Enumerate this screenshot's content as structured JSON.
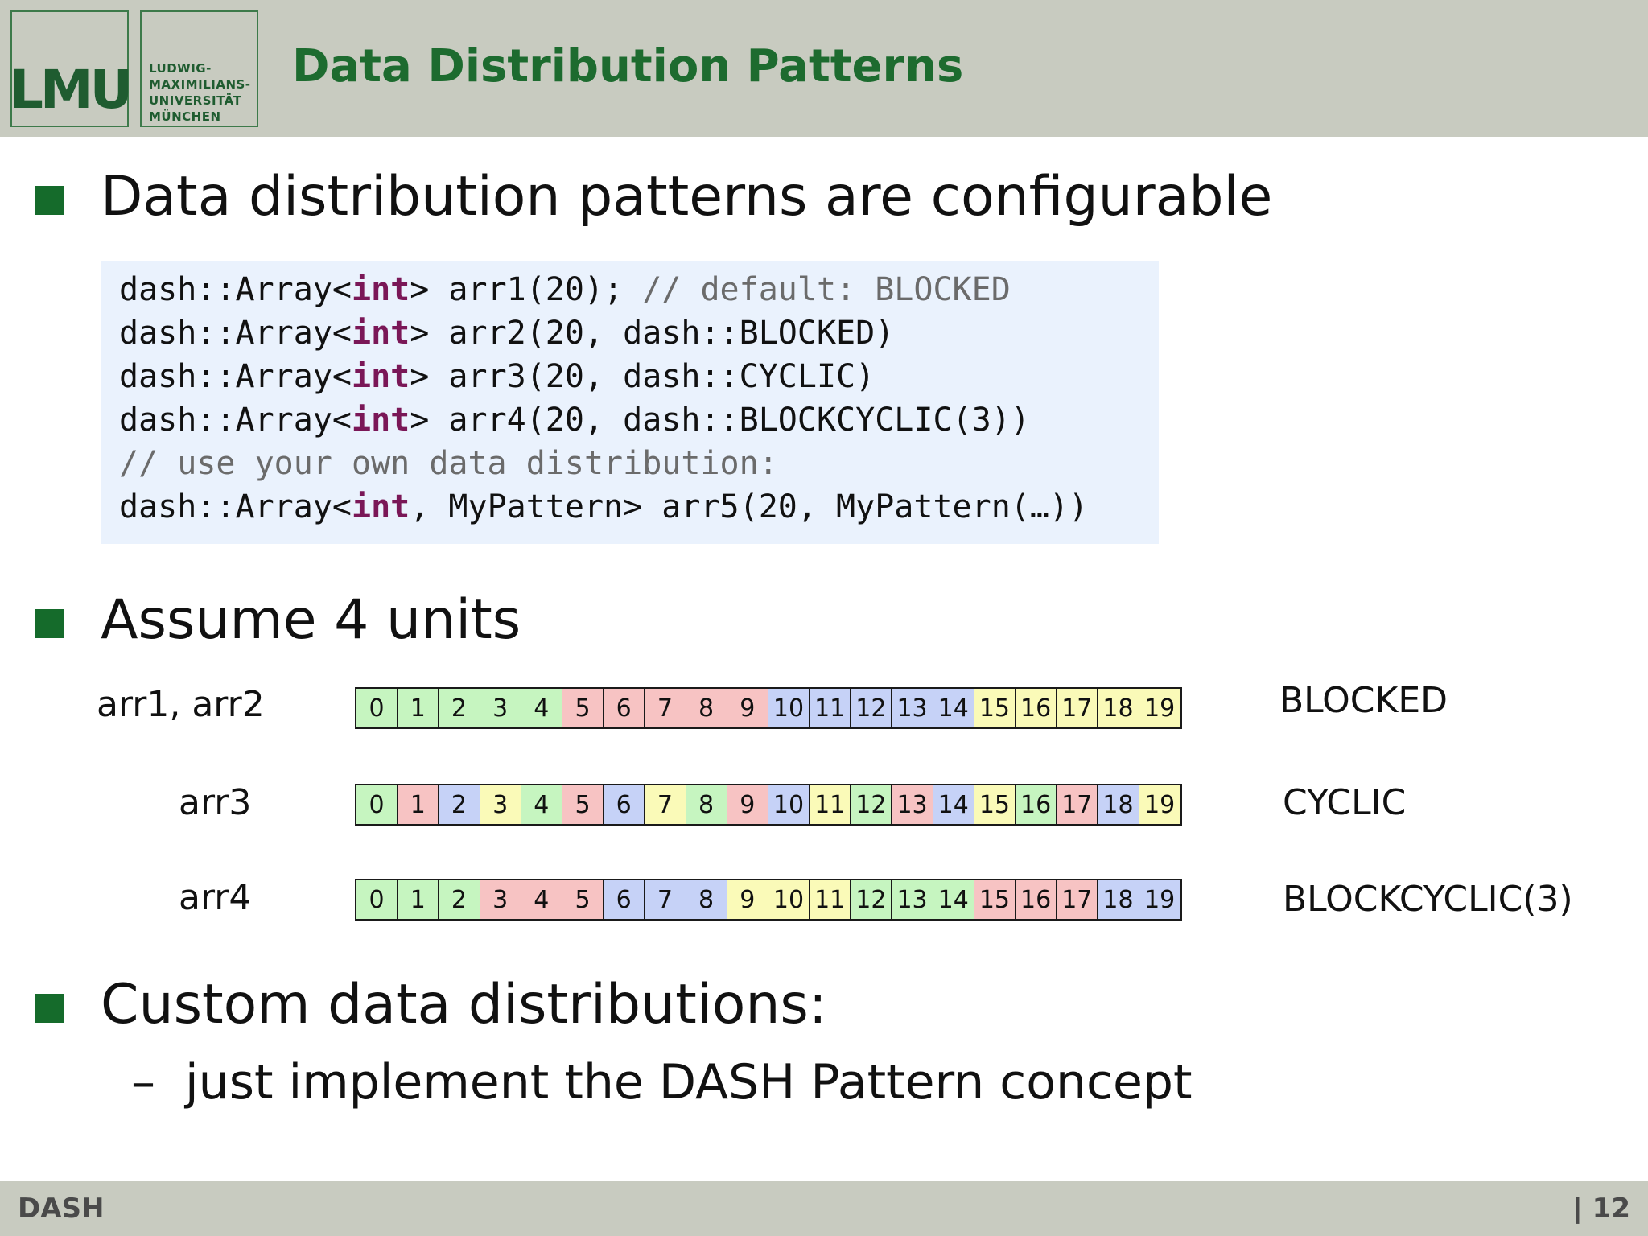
{
  "header": {
    "logo_mark": "LMU",
    "logo_lines": [
      "LUDWIG-",
      "MAXIMILIANS-",
      "UNIVERSITÄT",
      "MÜNCHEN"
    ],
    "title": "Data Distribution Patterns"
  },
  "bullets": [
    "Data distribution patterns are configurable",
    "Assume 4 units",
    "Custom data distributions:"
  ],
  "sub_bullet": {
    "dash": "–",
    "text": "just implement the DASH Pattern concept"
  },
  "code_lines": [
    [
      {
        "t": "dash::Array<",
        "c": ""
      },
      {
        "t": "int",
        "c": "kw"
      },
      {
        "t": "> arr1(20); ",
        "c": ""
      },
      {
        "t": "// default: BLOCKED",
        "c": "cm"
      }
    ],
    [
      {
        "t": "dash::Array<",
        "c": ""
      },
      {
        "t": "int",
        "c": "kw"
      },
      {
        "t": "> arr2(20, dash::BLOCKED)",
        "c": ""
      }
    ],
    [
      {
        "t": "dash::Array<",
        "c": ""
      },
      {
        "t": "int",
        "c": "kw"
      },
      {
        "t": "> arr3(20, dash::CYCLIC)",
        "c": ""
      }
    ],
    [
      {
        "t": "dash::Array<",
        "c": ""
      },
      {
        "t": "int",
        "c": "kw"
      },
      {
        "t": "> arr4(20, dash::BLOCKCYCLIC(3))",
        "c": ""
      }
    ],
    [
      {
        "t": "// use your own data distribution:",
        "c": "cm"
      }
    ],
    [
      {
        "t": "dash::Array<",
        "c": ""
      },
      {
        "t": "int",
        "c": "kw"
      },
      {
        "t": ", MyPattern> arr5(20, MyPattern(…))",
        "c": ""
      }
    ]
  ],
  "unit_colors": [
    "#c6f5c0",
    "#f7c3c3",
    "#c6d2f7",
    "#fafab8"
  ],
  "arrays": [
    {
      "label": "arr1, arr2",
      "pattern": "BLOCKED",
      "units": [
        0,
        0,
        0,
        0,
        0,
        1,
        1,
        1,
        1,
        1,
        2,
        2,
        2,
        2,
        2,
        3,
        3,
        3,
        3,
        3
      ]
    },
    {
      "label": "arr3",
      "pattern": "CYCLIC",
      "units": [
        0,
        1,
        2,
        3,
        0,
        1,
        2,
        3,
        0,
        1,
        2,
        3,
        0,
        1,
        2,
        3,
        0,
        1,
        2,
        3
      ]
    },
    {
      "label": "arr4",
      "pattern": "BLOCKCYCLIC(3)",
      "units": [
        0,
        0,
        0,
        1,
        1,
        1,
        2,
        2,
        2,
        3,
        3,
        3,
        0,
        0,
        0,
        1,
        1,
        1,
        2,
        2
      ]
    }
  ],
  "cells": [
    "0",
    "1",
    "2",
    "3",
    "4",
    "5",
    "6",
    "7",
    "8",
    "9",
    "10",
    "11",
    "12",
    "13",
    "14",
    "15",
    "16",
    "17",
    "18",
    "19"
  ],
  "footer": {
    "left": "DASH",
    "right": "| 12"
  }
}
